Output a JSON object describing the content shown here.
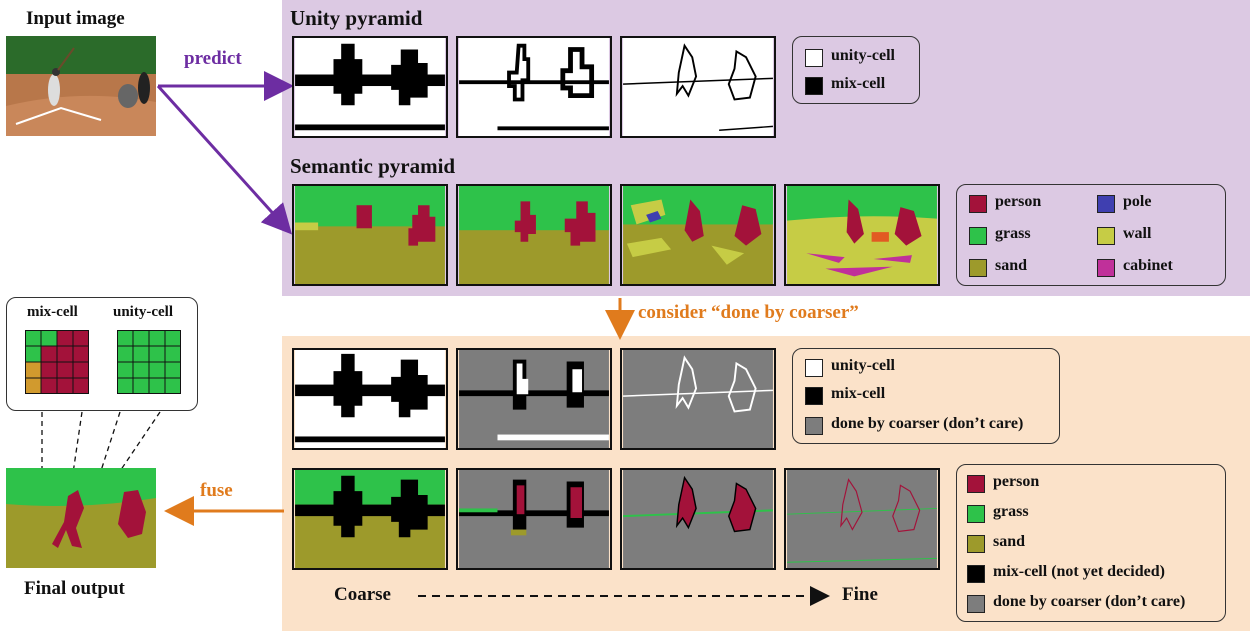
{
  "input_label": "Input image",
  "output_label": "Final output",
  "predict_label": "predict",
  "fuse_label": "fuse",
  "consider_label": "consider “done by coarser”",
  "unity_title": "Unity pyramid",
  "semantic_title": "Semantic pyramid",
  "coarse_label": "Coarse",
  "fine_label": "Fine",
  "inset": {
    "mix_label": "mix-cell",
    "unity_label": "unity-cell"
  },
  "legend_unity": {
    "unity": "unity-cell",
    "mix": "mix-cell"
  },
  "legend_semantic": {
    "person": "person",
    "grass": "grass",
    "sand": "sand",
    "pole": "pole",
    "wall": "wall",
    "cabinet": "cabinet"
  },
  "legend_unity2": {
    "unity": "unity-cell",
    "mix": "mix-cell",
    "done": "done by coarser (don’t care)"
  },
  "legend_semantic2": {
    "person": "person",
    "grass": "grass",
    "sand": "sand",
    "mix": "mix-cell (not yet decided)",
    "done": "done by coarser (don’t care)"
  },
  "colors": {
    "person": "#a3123a",
    "grass": "#2ec24a",
    "sand": "#9d9a2b",
    "pole": "#3f3fb0",
    "wall": "#c6cc45",
    "cabinet": "#c0309a",
    "mix": "#000000",
    "unity": "#ffffff",
    "done": "#7d7d7d",
    "purple": "#6d2da2",
    "orange": "#e07b1d"
  }
}
